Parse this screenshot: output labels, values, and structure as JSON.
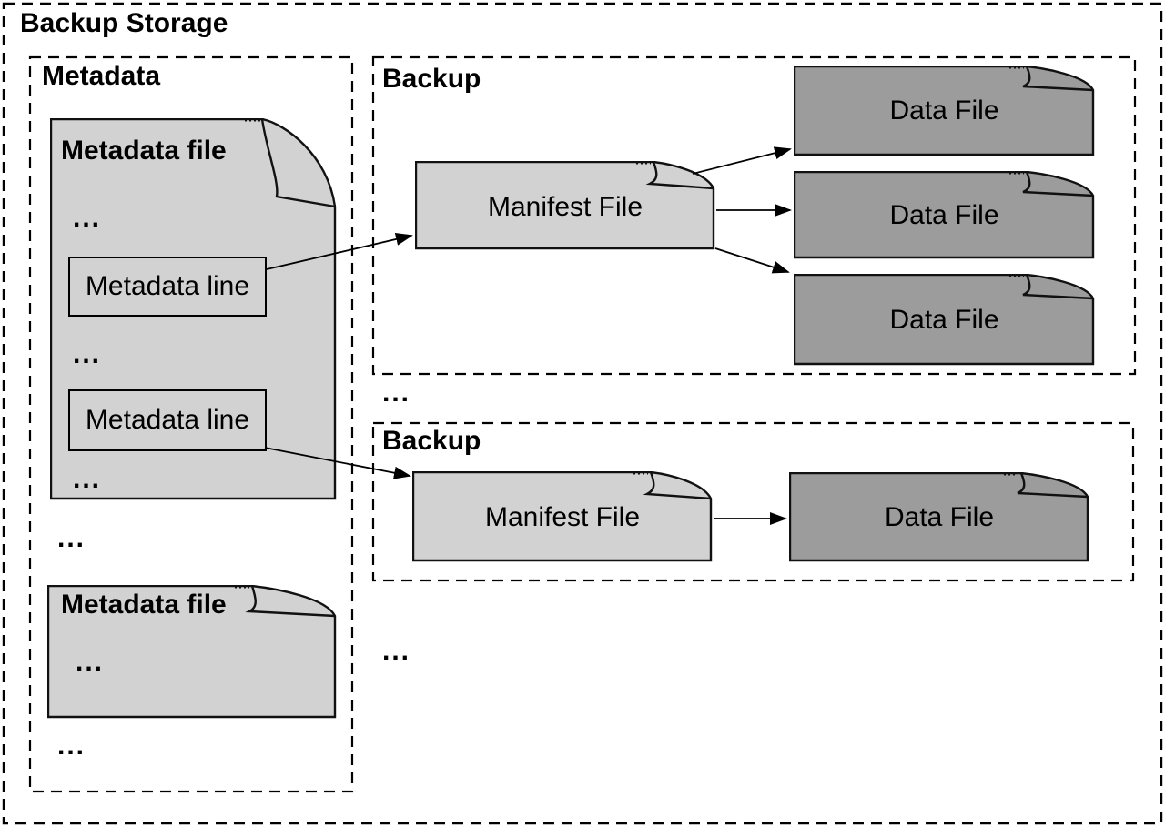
{
  "title": "Backup Storage",
  "metadata_section": {
    "label": "Metadata",
    "file1": {
      "title": "Metadata file",
      "dots1": "...",
      "line1": "Metadata line",
      "dots2": "...",
      "line2": "Metadata line",
      "dots3": "..."
    },
    "dots_between_files": "...",
    "file2": {
      "title": "Metadata file",
      "dots": "..."
    },
    "dots_end": "..."
  },
  "backup1": {
    "label": "Backup",
    "manifest_label": "Manifest File",
    "data_files": [
      "Data File",
      "Data File",
      "Data File"
    ]
  },
  "dots_between_backups": "...",
  "backup2": {
    "label": "Backup",
    "manifest_label": "Manifest File",
    "data_file": "Data File"
  },
  "dots_bottom": "...",
  "colors": {
    "light_file": "#d2d2d2",
    "dark_file": "#9c9c9c",
    "line": "#000000"
  }
}
